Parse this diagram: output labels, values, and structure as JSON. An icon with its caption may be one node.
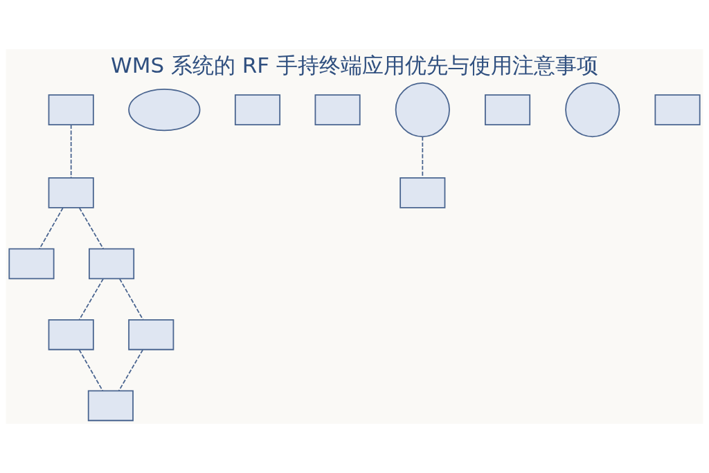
{
  "diagram": {
    "title": "WMS 系统的 RF 手持终端应用优先与使用注意事项",
    "nodes": [
      {
        "text": [],
        "shape": "box"
      },
      {
        "text": [],
        "shape": "box"
      },
      {
        "text": [],
        "shape": "cloud"
      },
      {
        "text": [],
        "shape": "box"
      },
      {
        "text": [],
        "shape": "box"
      },
      {
        "text": [],
        "shape": "box"
      },
      {
        "text": [],
        "shape": "box"
      },
      {
        "text": [],
        "shape": "box"
      },
      {
        "text": [],
        "shape": "circle"
      },
      {
        "text": [],
        "shape": "box"
      },
      {
        "text": [],
        "shape": "box"
      },
      {
        "text": [],
        "shape": "box"
      },
      {
        "text": [],
        "shape": "box"
      },
      {
        "text": [],
        "shape": "circle"
      },
      {
        "text": [],
        "shape": "box"
      }
    ],
    "edges": [
      {
        "from": 0,
        "to": 1,
        "arrow": "none",
        "style": "dashed"
      },
      {
        "from": 1,
        "to": 3,
        "arrow": "none",
        "style": "dashed"
      },
      {
        "from": 1,
        "to": 4,
        "arrow": "none",
        "style": "dashed"
      },
      {
        "from": 4,
        "to": 5,
        "arrow": "none",
        "style": "dashed"
      },
      {
        "from": 4,
        "to": 9,
        "arrow": "none",
        "style": "dashed"
      },
      {
        "from": 9,
        "to": 10,
        "arrow": "none",
        "style": "dashed"
      },
      {
        "from": 5,
        "to": 10,
        "arrow": "none",
        "style": "dashed"
      },
      {
        "from": 8,
        "to": 12,
        "arrow": "none",
        "style": "dashed"
      }
    ]
  }
}
